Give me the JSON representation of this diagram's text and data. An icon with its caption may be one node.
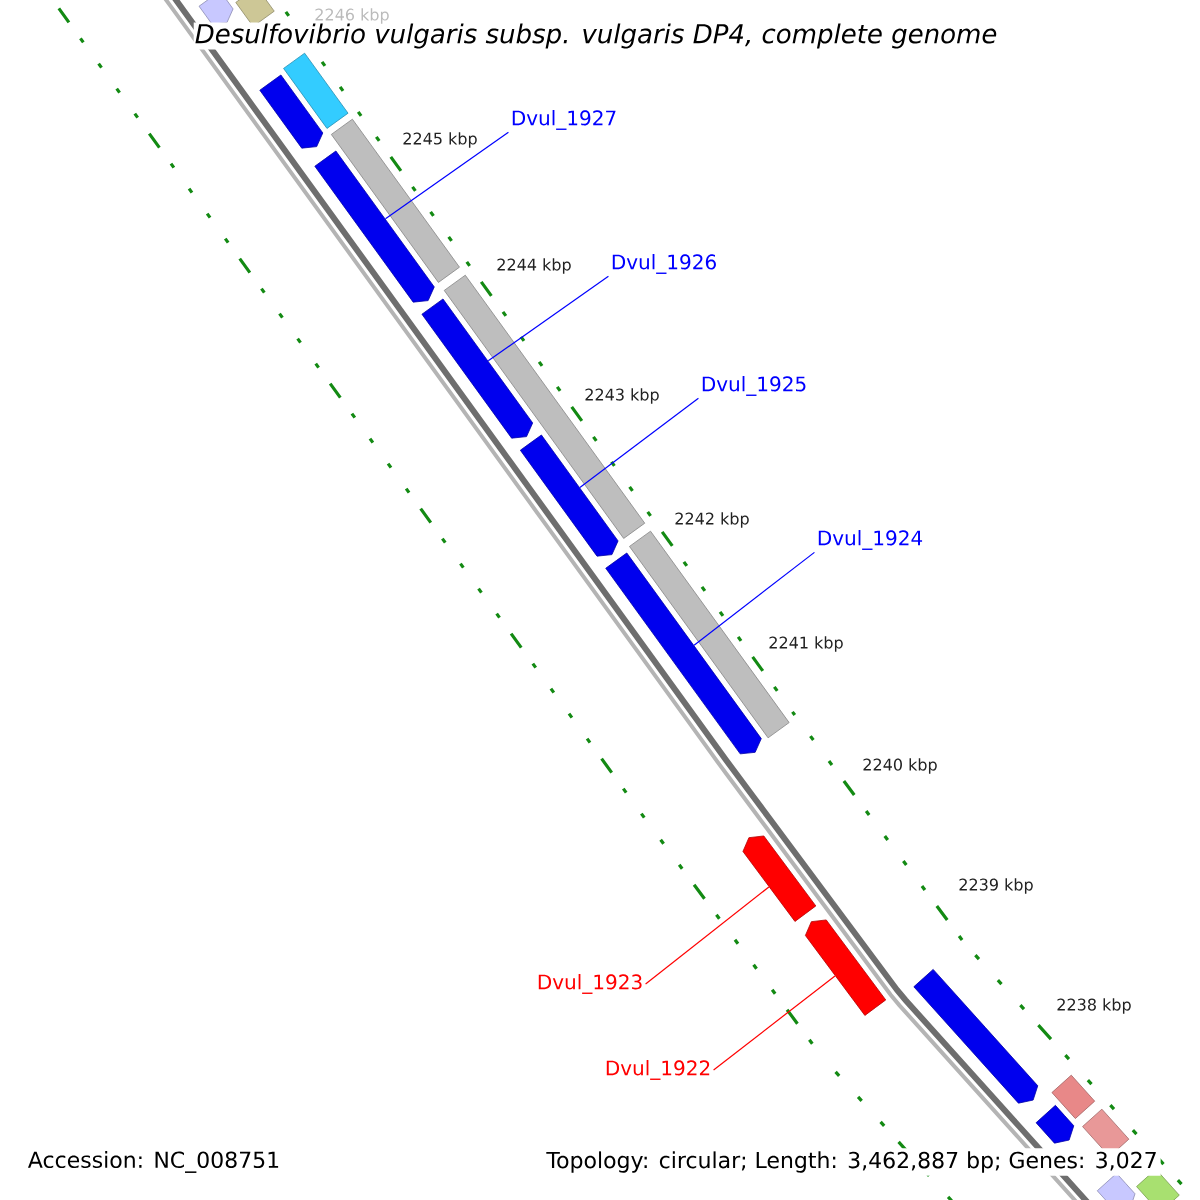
{
  "diagram": {
    "title": "Desulfovibrio vulgaris subsp. vulgaris DP4, complete genome",
    "nodes": [
      {
        "text": [
          "Dvul_1927"
        ]
      },
      {
        "text": [],
        "shape": "pentagon"
      },
      {
        "text": [
          "Dvul_1926"
        ]
      },
      {
        "text": [],
        "shape": "pentagon"
      },
      {
        "text": [
          "Dvul_1925"
        ]
      },
      {
        "text": [],
        "shape": "pentagon"
      },
      {
        "text": [
          "Dvul_1924"
        ]
      },
      {
        "text": [],
        "shape": "pentagon"
      },
      {
        "text": [
          "Dvul_1923"
        ]
      },
      {
        "text": [],
        "shape": "pentagon"
      },
      {
        "text": [
          "Dvul_1922"
        ]
      },
      {
        "text": [],
        "shape": "pentagon"
      },
      {
        "text": [],
        "shape": "pentagon"
      },
      {
        "text": [],
        "shape": "bar"
      },
      {
        "text": [],
        "shape": "pentagon"
      },
      {
        "text": [],
        "shape": "bar"
      },
      {
        "text": [],
        "shape": "bar"
      },
      {
        "text": [],
        "shape": "bar"
      },
      {
        "text": [],
        "shape": "bar"
      },
      {
        "text": [],
        "shape": "pentagon"
      },
      {
        "text": [],
        "shape": "pentagon"
      },
      {
        "text": [],
        "shape": "bar"
      },
      {
        "text": [],
        "shape": "bar"
      },
      {
        "text": [],
        "shape": "pentagon"
      },
      {
        "text": [],
        "shape": "bar"
      }
    ],
    "edges": [
      {
        "from": 0,
        "to": 1,
        "arrow": "none"
      },
      {
        "from": 2,
        "to": 3,
        "arrow": "none"
      },
      {
        "from": 4,
        "to": 5,
        "arrow": "none"
      },
      {
        "from": 6,
        "to": 7,
        "arrow": "none"
      },
      {
        "from": 8,
        "to": 9,
        "arrow": "none",
        "color": "#ff0000"
      },
      {
        "from": 10,
        "to": 11,
        "arrow": "none",
        "color": "#ff0000"
      }
    ],
    "labels": [
      "2246 kbp",
      "2245 kbp",
      "2244 kbp",
      "2243 kbp",
      "2242 kbp",
      "2241 kbp",
      "2240 kbp",
      "2239 kbp",
      "2238 kbp",
      "Accession: NC_008751",
      "Topology: circular; Length: 3,462,887 bp; Genes: 3,027"
    ]
  }
}
